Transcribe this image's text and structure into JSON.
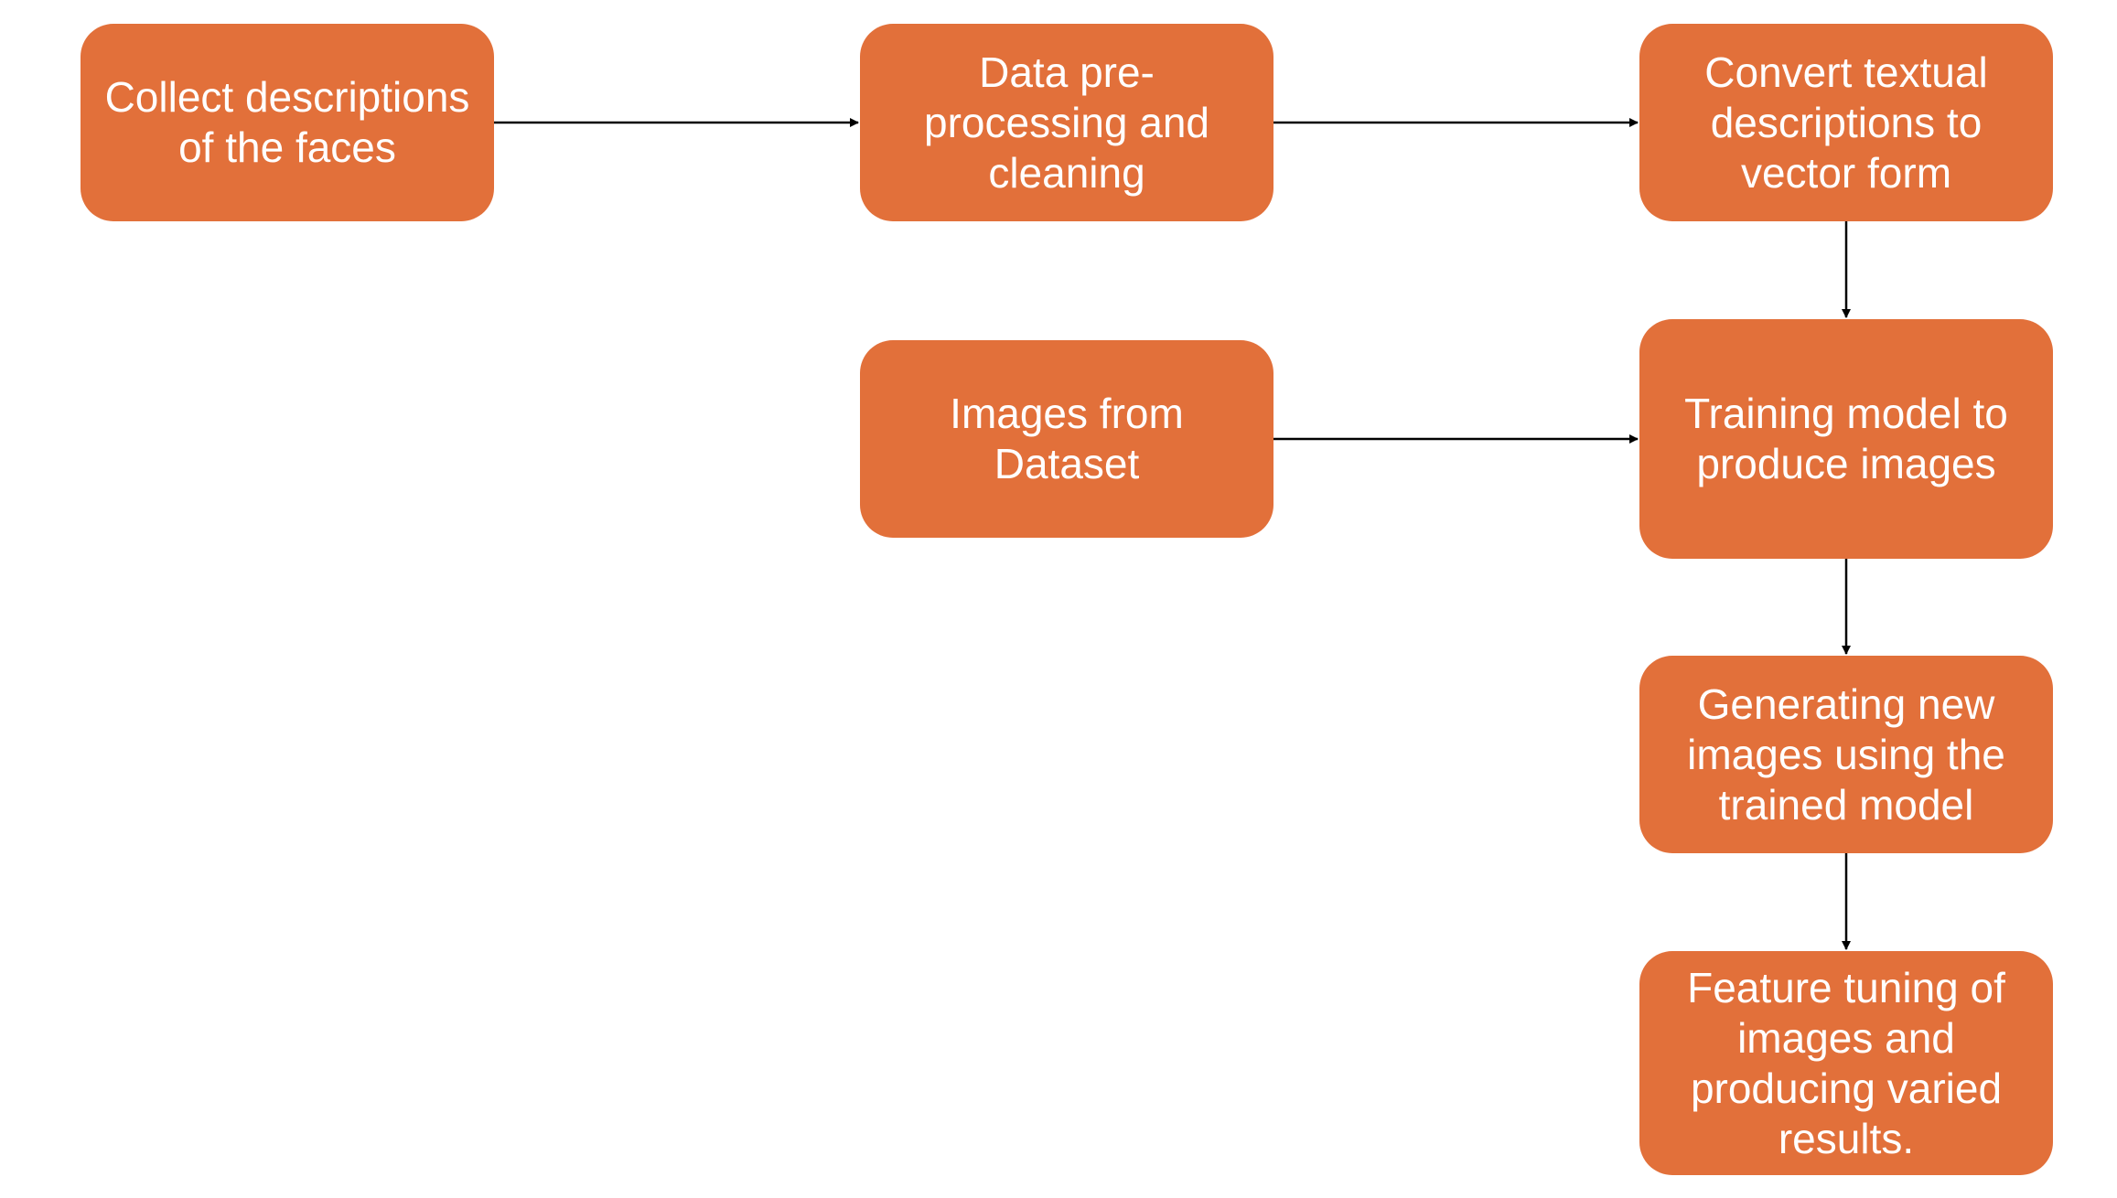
{
  "diagram": {
    "nodes": {
      "collect": "Collect descriptions of the faces",
      "preprocess": "Data pre-processing and cleaning",
      "convert": "Convert textual descriptions to vector form",
      "images": "Images from Dataset",
      "train": "Training model to produce images",
      "generate": "Generating new images using the trained model",
      "tune": "Feature tuning of images and producing varied results."
    },
    "edges": [
      {
        "from": "collect",
        "to": "preprocess"
      },
      {
        "from": "preprocess",
        "to": "convert"
      },
      {
        "from": "convert",
        "to": "train"
      },
      {
        "from": "images",
        "to": "train"
      },
      {
        "from": "train",
        "to": "generate"
      },
      {
        "from": "generate",
        "to": "tune"
      }
    ],
    "colors": {
      "node_fill": "#e2703a",
      "node_text": "#ffffff",
      "edge": "#000000"
    }
  }
}
